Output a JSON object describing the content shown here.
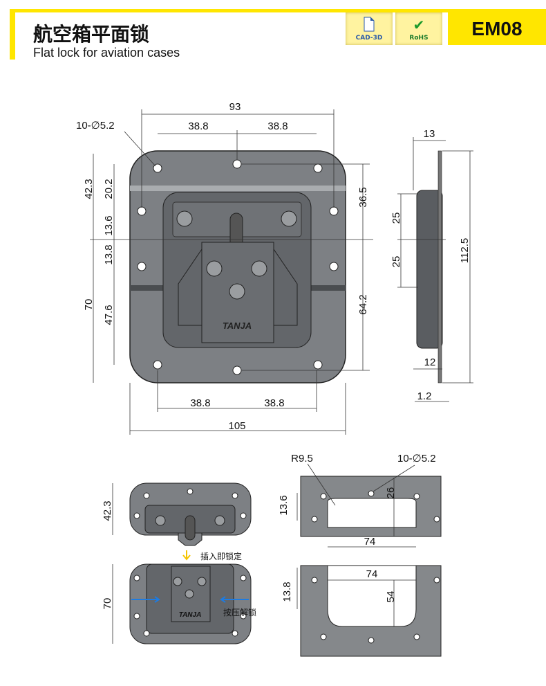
{
  "header": {
    "title": "航空箱平面锁",
    "subtitle": "Flat lock for aviation cases",
    "model": "EM08",
    "badges": [
      {
        "label": "CAD-3D",
        "icon": "document-icon"
      },
      {
        "label": "RoHS",
        "icon": "checkmark-icon"
      }
    ]
  },
  "colors": {
    "accent": "#ffe600",
    "metal": "#7a7d80",
    "badge_text": "#2a5aa8",
    "arrow_yellow": "#f5c400",
    "arrow_blue": "#1e7be0"
  },
  "front_view": {
    "width_overall": "93",
    "hole_spacing_left": "38.8",
    "hole_spacing_right": "38.8",
    "holes": "10-∅5.2",
    "h_42_3": "42.3",
    "h_20_2": "20.2",
    "h_13_6": "13.6",
    "h_13_8": "13.8",
    "h_70": "70",
    "h_47_6": "47.6",
    "r_36_5": "36.5",
    "r_64_2": "64.2",
    "bottom_left": "38.8",
    "bottom_right": "38.8",
    "width_total": "105",
    "brand": "TANJA"
  },
  "side_view": {
    "w13": "13",
    "d25a": "25",
    "d25b": "25",
    "h112_5": "112.5",
    "w12": "12",
    "t1_2": "1.2"
  },
  "usage": {
    "top_height": "42.3",
    "insert_lock": "插入即锁定",
    "bottom_height": "70",
    "press_unlock": "按压解锁",
    "brand": "TANJA"
  },
  "cutout": {
    "radius": "R9.5",
    "holes": "10-∅5.2",
    "d13_6": "13.6",
    "d26": "26",
    "w74a": "74",
    "w74b": "74",
    "d13_8": "13.8",
    "d54": "54"
  }
}
